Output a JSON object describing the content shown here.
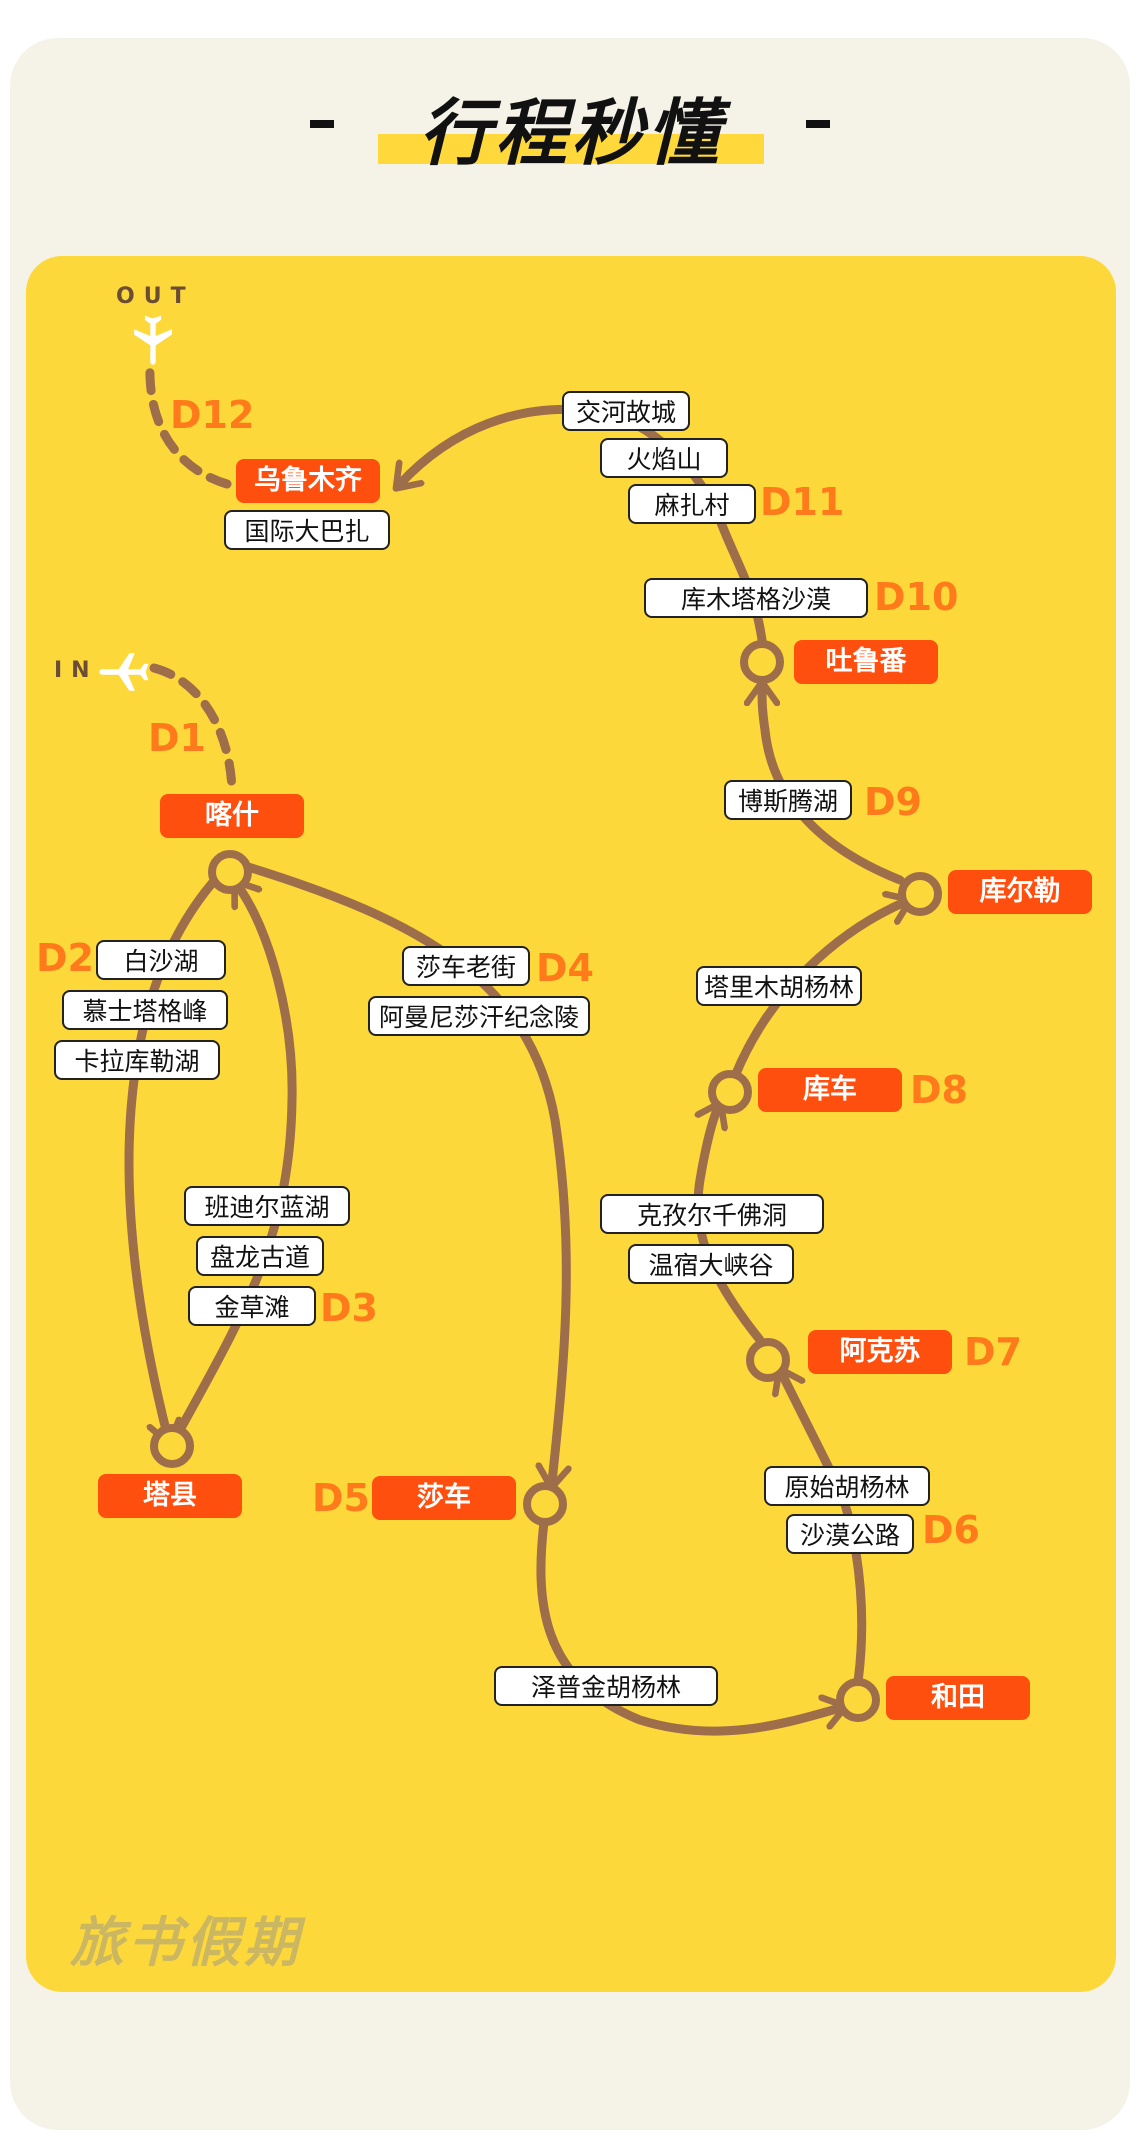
{
  "title": "行程秒懂",
  "brand": "旅书假期",
  "io": {
    "out": "OUT",
    "in": "IN"
  },
  "cities": {
    "urumqi": "乌鲁木齐",
    "kashgar": "喀什",
    "taxian": "塔县",
    "shache": "莎车",
    "hotan": "和田",
    "aksu": "阿克苏",
    "kuqa": "库车",
    "korla": "库尔勒",
    "turpan": "吐鲁番"
  },
  "days": {
    "d1": "D1",
    "d2": "D2",
    "d3": "D3",
    "d4": "D4",
    "d5": "D5",
    "d6": "D6",
    "d7": "D7",
    "d8": "D8",
    "d9": "D9",
    "d10": "D10",
    "d11": "D11",
    "d12": "D12"
  },
  "spots": {
    "guoji_dabazha": "国际大巴扎",
    "jiaohe": "交河故城",
    "huoyanshan": "火焰山",
    "mazhacun": "麻扎村",
    "kumtag": "库木塔格沙漠",
    "bosten": "博斯腾湖",
    "tarim_poplar": "塔里木胡杨林",
    "baisha": "白沙湖",
    "muztagh": "慕士塔格峰",
    "karakul": "卡拉库勒湖",
    "bandier": "班迪尔蓝湖",
    "panlong": "盘龙古道",
    "jincaotan": "金草滩",
    "shache_oldstreet": "莎车老街",
    "amannisa": "阿曼尼莎汗纪念陵",
    "kizil": "克孜尔千佛洞",
    "wensu": "温宿大峡谷",
    "yuanshi_poplar": "原始胡杨林",
    "desert_road": "沙漠公路",
    "zepu_poplar": "泽普金胡杨林"
  },
  "colors": {
    "background": "#f5f2e7",
    "card": "#fdd83a",
    "route": "#9e6d4a",
    "city_fill": "#ff4f0f",
    "day_label": "#ff7a1a",
    "title_highlight": "#ffd93b"
  },
  "icons": {
    "out": "airplane-icon",
    "in": "airplane-icon"
  }
}
